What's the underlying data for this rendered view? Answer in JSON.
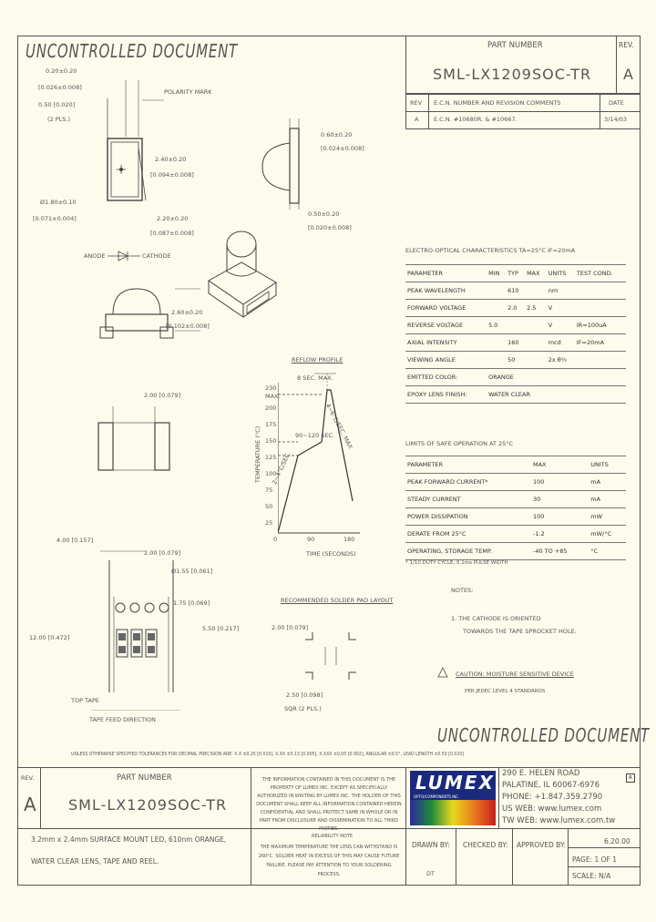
{
  "header": {
    "uncontrolled": "UNCONTROLLED DOCUMENT",
    "part_number_label": "PART NUMBER",
    "part_number": "SML-LX1209SOC-TR",
    "rev_label": "REV.",
    "rev": "A"
  },
  "revision_table": {
    "columns": [
      "REV",
      "E.C.N. NUMBER AND REVISION COMMENTS",
      "DATE"
    ],
    "rows": [
      [
        "A",
        "E.C.N. #10680R. & #10667.",
        "3/14/03"
      ]
    ]
  },
  "drawing": {
    "dim_top1": "0.20±0.20",
    "dim_top1_in": "[0.026±0.008]",
    "dim_top2": "0.50 [0.020]",
    "dim_top2_note": "(2 PLS.)",
    "polarity_mark": "POLARITY MARK",
    "dim_width": "2.40±0.20",
    "dim_width_in": "[0.094±0.008]",
    "dim_left": "Ø1.80±0.10",
    "dim_left_in": "[0.071±0.004]",
    "dim_bottom": "2.20±0.20",
    "dim_bottom_in": "[0.087±0.008]",
    "dim_side_top": "0.60±0.20",
    "dim_side_top_in": "[0.024±0.008]",
    "dim_side_bottom": "0.50±0.20",
    "dim_side_bottom_in": "[0.020±0.008]",
    "anode": "ANODE",
    "cathode": "CATHODE",
    "dim_height": "2.60±0.20",
    "dim_height_in": "[0.102±0.008]",
    "dim_length": "2.00 [0.079]",
    "tape_dim1": "4.00 [0.157]",
    "tape_dim2": "2.00 [0.079]",
    "tape_dim3": "Ø1.55 [0.061]",
    "tape_dim4": "1.75 [0.069]",
    "tape_dim5": "5.50 [0.217]",
    "tape_dim6": "12.00 [0.472]",
    "top_tape": "TOP TAPE",
    "tape_feed": "TAPE FEED DIRECTION"
  },
  "reflow": {
    "title": "REFLOW PROFILE",
    "sec_max": "8 SEC. MAX.",
    "y_label": "TEMPERATURE (°C)",
    "x_label": "TIME (SECONDS)",
    "y_ticks": [
      "230",
      "MAX.",
      "200",
      "175",
      "150",
      "125",
      "100",
      "75",
      "50",
      "25",
      "0"
    ],
    "x_ticks": [
      "0",
      "90",
      "180"
    ],
    "seg1": "90~120 SEC.",
    "seg2": "2~4°C/SEC.",
    "seg3": "4~6°C/SEC. MAX"
  },
  "solder_pad": {
    "title": "RECOMMENDED SOLDER PAD LAYOUT",
    "dim1": "2.00 [0.079]",
    "dim2": "2.50 [0.098]",
    "dim2_note": "SQR (2 PLS.)"
  },
  "electro_optical": {
    "title": "ELECTRO-OPTICAL CHARACTERISTICS T",
    "title_cond": "A=25°C      IF=20mA",
    "columns": [
      "PARAMETER",
      "MIN",
      "TYP",
      "MAX",
      "UNITS",
      "TEST COND."
    ],
    "rows": [
      [
        "PEAK WAVELENGTH",
        "",
        "610",
        "",
        "nm",
        ""
      ],
      [
        "FORWARD VOLTAGE",
        "",
        "2.0",
        "2.5",
        "V",
        ""
      ],
      [
        "REVERSE VOLTAGE",
        "5.0",
        "",
        "",
        "V",
        "IR=100uA"
      ],
      [
        "AXIAL INTENSITY",
        "",
        "160",
        "",
        "mcd",
        "IF=20mA"
      ],
      [
        "VIEWING ANGLE",
        "",
        "50",
        "",
        "2x θ½",
        ""
      ],
      [
        "EMITTED COLOR:",
        "ORANGE",
        "",
        "",
        "",
        ""
      ],
      [
        "EPOXY LENS FINISH:",
        "WATER CLEAR",
        "",
        "",
        "",
        ""
      ]
    ]
  },
  "limits": {
    "title": "LIMITS OF SAFE OPERATION AT 25°C",
    "columns": [
      "PARAMETER",
      "",
      "MAX",
      "UNITS"
    ],
    "rows": [
      [
        "PEAK FORWARD CURRENT*",
        "",
        "100",
        "mA"
      ],
      [
        "STEADY CURRENT",
        "",
        "30",
        "mA"
      ],
      [
        "POWER DISSIPATION",
        "",
        "100",
        "mW"
      ],
      [
        "DERATE FROM 25°C",
        "",
        "-1.2",
        "mW/°C"
      ],
      [
        "OPERATING, STORAGE TEMP.",
        "",
        "-40 TO +85",
        "°C"
      ]
    ],
    "footnote": "* 1/10 DUTY CYCLE, 0.1ms PULSE WIDTH"
  },
  "notes": {
    "title": "NOTES:",
    "note1": "1. THE CATHODE IS ORIENTED",
    "note1b": "TOWARDS THE TAPE SPROCKET HOLE.",
    "caution": "CAUTION: MOISTURE SENSITIVE DEVICE",
    "caution_sub": "PER JEDEC LEVEL 4 STANDARDS"
  },
  "tolerance_line": "UNLESS OTHERWISE SPECIFIED TOLERANCES FOR DECIMAL PRECISION ARE: X.X ±0.25 [0.010], X.XX ±0.13 [0.005], X.XXX ±0.05 [0.002], ANGULAR ±0.5°, LEAD LENGTH ±0.50 [0.020]",
  "footer": {
    "uncontrolled": "UNCONTROLLED DOCUMENT",
    "rev_label": "REV.",
    "rev": "A",
    "part_number_label": "PART NUMBER",
    "part_number": "SML-LX1209SOC-TR",
    "description_line1": "3.2mm x 2.4mm SURFACE MOUNT LED, 610nm ORANGE,",
    "description_line2": "WATER CLEAR LENS, TAPE AND REEL.",
    "disclaimer": "THE INFORMATION CONTAINED IN THIS DOCUMENT IS THE PROPERTY OF LUMEX INC. EXCEPT AS SPECIFICALLY AUTHORIZED IN WRITING BY LUMEX INC. THE HOLDER OF THIS DOCUMENT SHALL KEEP ALL INFORMATION CONTAINED HEREIN CONFIDENTIAL AND SHALL PROTECT SAME IN WHOLE OR IN PART FROM DISCLOSURE AND DISSEMINATION TO ALL THIRD PARTIES.",
    "reliability_note_title": "RELIABILITY NOTE",
    "reliability_note": "THE MAXIMUM TEMPERATURE THE LENS CAN WITHSTAND IS 260°C. SOLDER HEAT IN EXCESS OF THIS MAY CAUSE FUTURE FAILURE. PLEASE PAY ATTENTION TO YOUR SOLDERING PROCESS.",
    "logo": "LUMEX",
    "logo_tag": "OPTO/COMPONENTS INC.",
    "address1": "290 E. HELEN ROAD",
    "address2": "PALATINE, IL  60067-6976",
    "phone": "PHONE: +1.847.359.2790",
    "web": "US WEB: www.lumex.com",
    "tw_web": "TW WEB: www.lumex.com.tw",
    "drawn_by_label": "DRAWN BY:",
    "drawn_by": "DT",
    "checked_by_label": "CHECKED BY:",
    "approved_by_label": "APPROVED BY:",
    "date": "6.20.00",
    "page": "PAGE:  1 OF 1",
    "scale": "SCALE:  N/A"
  }
}
